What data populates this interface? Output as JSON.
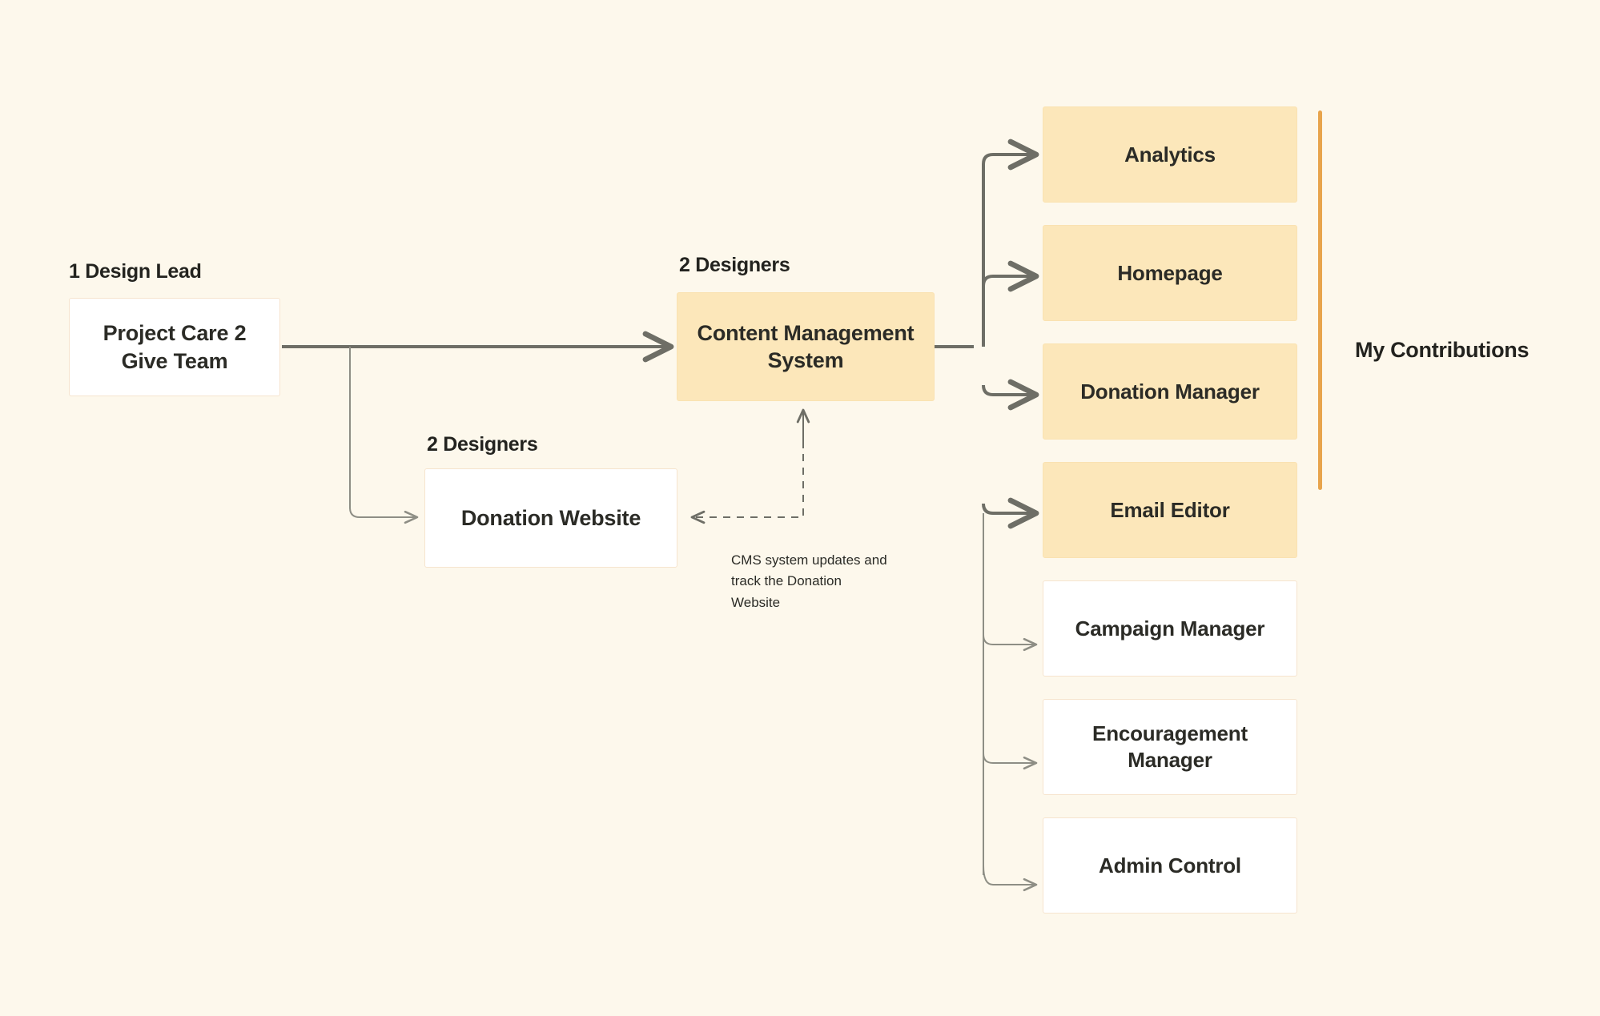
{
  "theme": {
    "background": "#FDF8EC",
    "node_yellow": "#FCE7BA",
    "node_white": "#FFFFFF",
    "node_border": "#F6E4CE",
    "edge_strong": "#6E6E66",
    "edge_weak": "#8E8E85",
    "accent_bar": "#E8A44C",
    "text": "#23231F"
  },
  "nodes": {
    "team": {
      "label_above": "1 Design Lead",
      "title": "Project Care 2 Give Team"
    },
    "cms": {
      "label_above": "2 Designers",
      "title": "Content Management System"
    },
    "website": {
      "label_above": "2 Designers",
      "title": "Donation Website"
    }
  },
  "annotations": {
    "cms_website_note": "CMS system updates and track the Donation Website"
  },
  "modules": [
    {
      "title": "Analytics",
      "highlighted": true
    },
    {
      "title": "Homepage",
      "highlighted": true
    },
    {
      "title": "Donation Manager",
      "highlighted": true
    },
    {
      "title": "Email Editor",
      "highlighted": true
    },
    {
      "title": "Campaign Manager",
      "highlighted": false
    },
    {
      "title": "Encouragement Manager",
      "highlighted": false
    },
    {
      "title": "Admin Control",
      "highlighted": false
    }
  ],
  "legend": {
    "title": "My Contributions"
  }
}
